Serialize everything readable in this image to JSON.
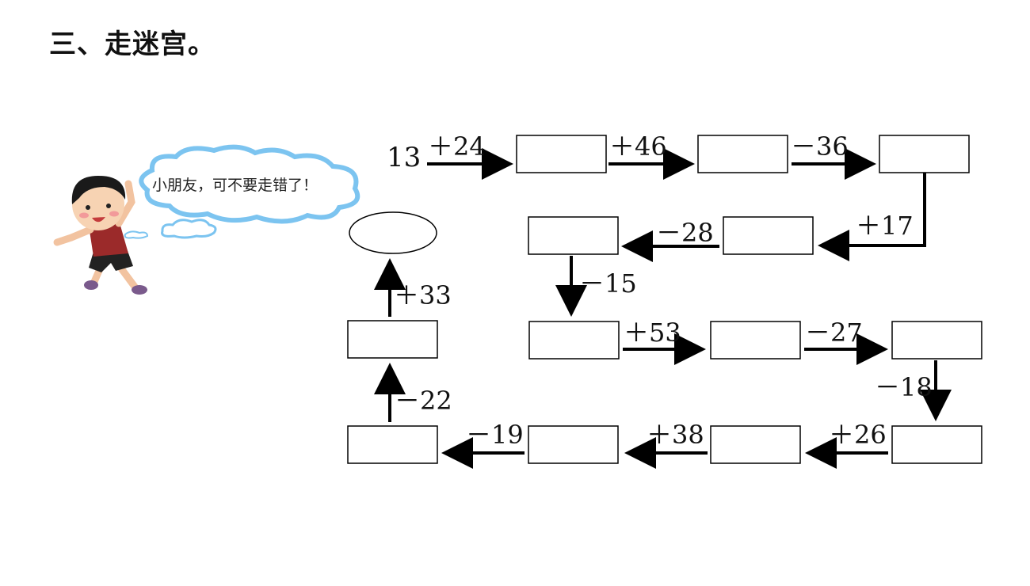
{
  "title": "三、走迷宫。",
  "speech_bubble": "小朋友，可不要走错了！",
  "maze": {
    "start_value": "13",
    "operations": [
      "＋24",
      "＋46",
      "－36",
      "＋17",
      "－28",
      "－15",
      "＋53",
      "－27",
      "－18",
      "＋26",
      "＋38",
      "－19",
      "－22",
      "＋33"
    ],
    "answer_boxes_count": 14,
    "final_shape": "ellipse"
  },
  "colors": {
    "line": "#000000",
    "cloud": "#7cc4f0",
    "text": "#111111"
  },
  "icons": [
    "boy-illustration",
    "cloud-speech-bubble",
    "small-cloud"
  ]
}
